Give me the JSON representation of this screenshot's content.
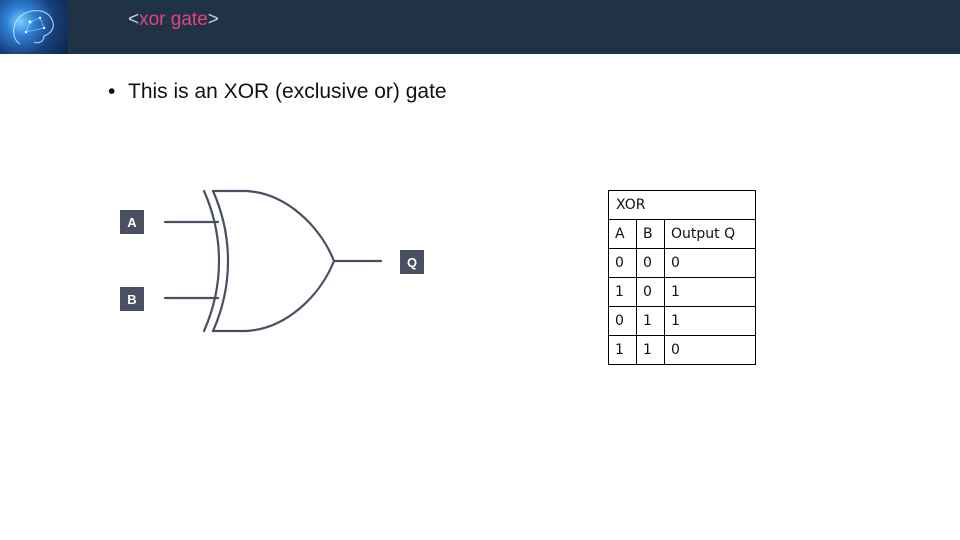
{
  "header": {
    "title_open": "<",
    "title_text": "xor gate",
    "title_close": ">",
    "accent_color": "#e2437f",
    "bar_color": "#203246"
  },
  "bullet": {
    "marker": "•",
    "text": "This is an XOR (exclusive or) gate"
  },
  "diagram": {
    "input_a": "A",
    "input_b": "B",
    "output": "Q"
  },
  "truth_table": {
    "caption": "XOR",
    "columns": [
      "A",
      "B",
      "Output Q"
    ],
    "rows": [
      [
        "0",
        "0",
        "0"
      ],
      [
        "1",
        "0",
        "1"
      ],
      [
        "0",
        "1",
        "1"
      ],
      [
        "1",
        "1",
        "0"
      ]
    ]
  }
}
